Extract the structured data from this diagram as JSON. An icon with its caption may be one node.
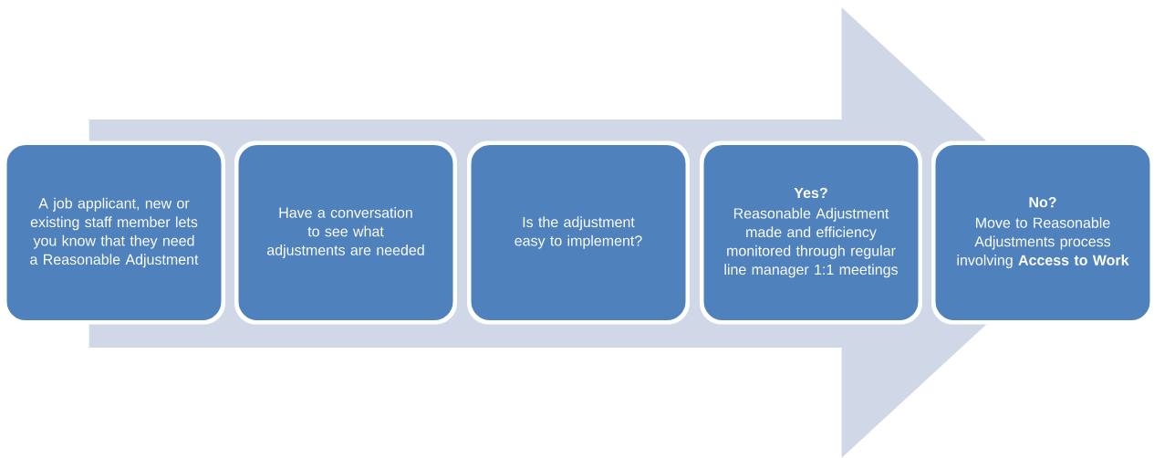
{
  "diagram": {
    "nodes": [
      {
        "text": [
          "A job applicant, new or existing staff member lets you know that they need a Reasonable Adjustment"
        ]
      },
      {
        "text": [
          "Have a conversation to see what adjustments are needed"
        ]
      },
      {
        "text": [
          "Is the adjustment easy to implement?"
        ]
      },
      {
        "text": [
          "Yes?",
          "Reasonable Adjustment made and efficiency monitored through regular line manager 1:1 meetings"
        ]
      },
      {
        "text": [
          "No?",
          "Move to Reasonable Adjustments process involving **Access to Work**"
        ]
      }
    ],
    "edges": [
      {
        "from": 0,
        "to": 4,
        "arrow": "to"
      }
    ]
  }
}
